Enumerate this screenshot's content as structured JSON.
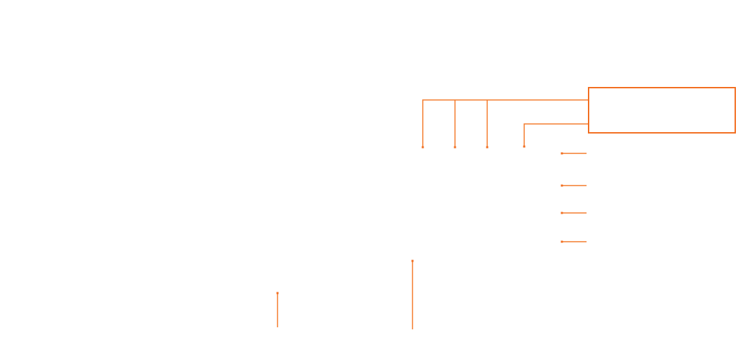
{
  "theme": {
    "accent": "#f26d1f",
    "background": "#ffffff"
  },
  "callout": {
    "text": ""
  },
  "connectors": {
    "count": 10,
    "groups": [
      {
        "name": "box-to-top-row-bus",
        "branches": 3
      },
      {
        "name": "box-to-top-row-single",
        "branches": 1
      },
      {
        "name": "side-ticks",
        "branches": 4
      },
      {
        "name": "bottom-stems",
        "branches": 2
      }
    ]
  }
}
